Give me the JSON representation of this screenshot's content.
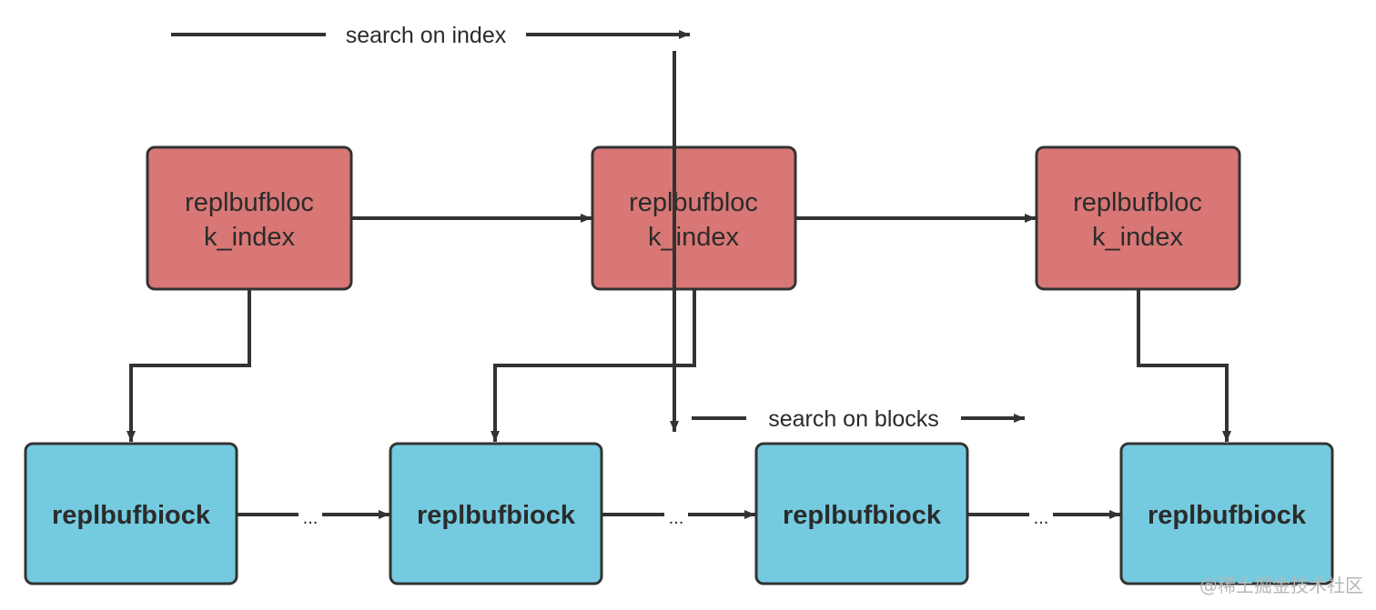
{
  "colors": {
    "index_fill": "#d87775",
    "block_fill": "#74cbe0",
    "stroke": "#333333",
    "text": "#2b2b2b"
  },
  "labels": {
    "search_on_index": "search on index",
    "search_on_blocks": "search on blocks"
  },
  "index_nodes": [
    {
      "line1": "replbufbloc",
      "line2": "k_index"
    },
    {
      "line1": "replbufbloc",
      "line2": "k_index"
    },
    {
      "line1": "replbufbloc",
      "line2": "k_index"
    }
  ],
  "block_nodes": [
    {
      "label": "replbufbiock"
    },
    {
      "label": "replbufbiock"
    },
    {
      "label": "replbufbiock"
    },
    {
      "label": "replbufbiock"
    }
  ],
  "gap_labels": [
    "...",
    "...",
    "..."
  ],
  "watermark": "@稀土掘金技术社区"
}
